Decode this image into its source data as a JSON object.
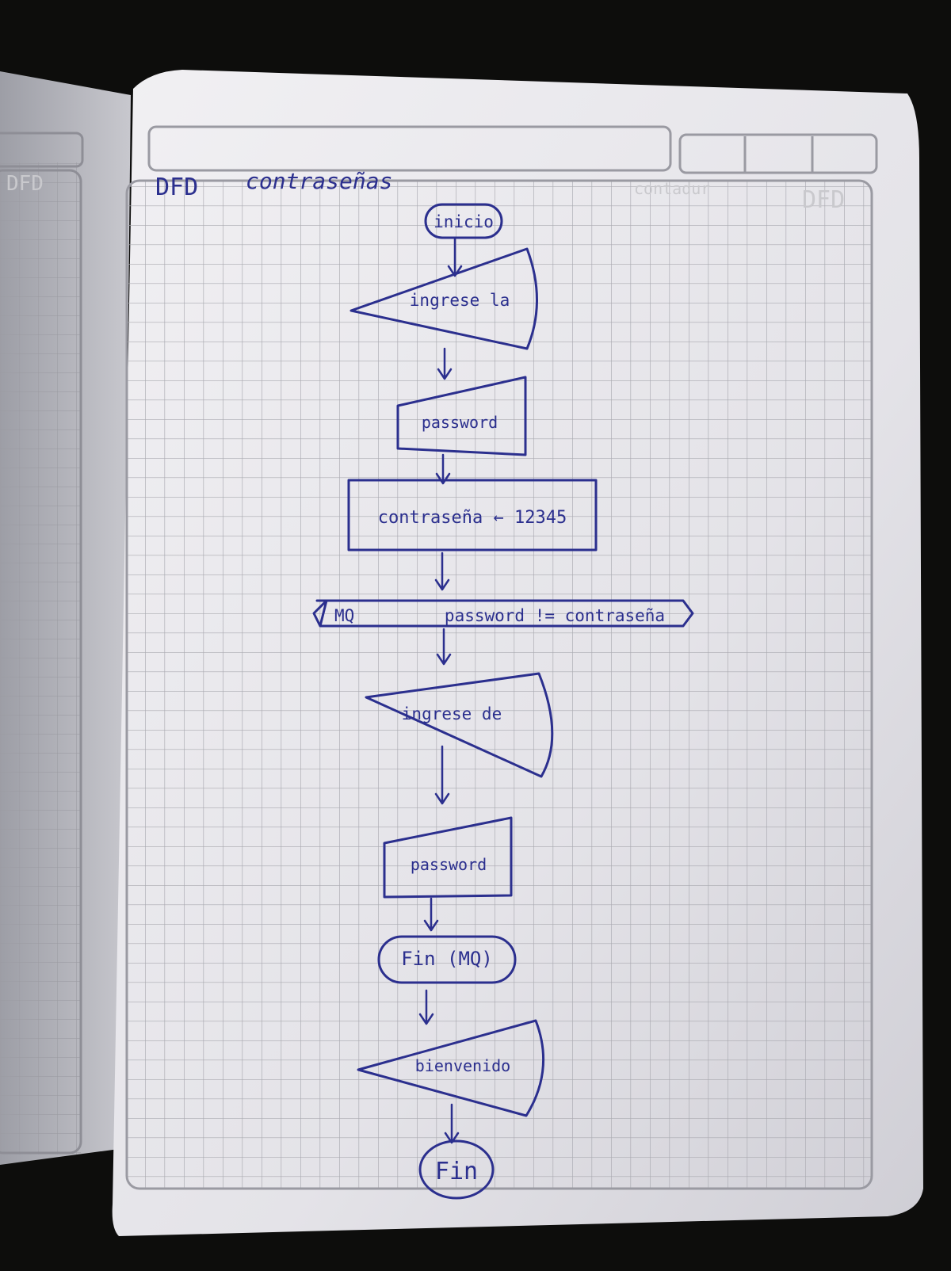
{
  "page": {
    "title": "DFD",
    "subtitle": "contraseñas",
    "ghost_marks": [
      "DFD",
      "DFD",
      "contadur"
    ]
  },
  "flowchart": {
    "nodes": [
      {
        "id": "start",
        "shape": "terminal",
        "text": "inicio"
      },
      {
        "id": "prompt1",
        "shape": "display",
        "text": "ingrese la"
      },
      {
        "id": "read1",
        "shape": "input",
        "text": "password"
      },
      {
        "id": "assign",
        "shape": "process",
        "text": "contraseña ← 12345"
      },
      {
        "id": "loop",
        "shape": "loop",
        "text_left": "MQ",
        "text": "password != contraseña"
      },
      {
        "id": "prompt2",
        "shape": "display",
        "text": "ingrese de"
      },
      {
        "id": "read2",
        "shape": "input",
        "text": "password"
      },
      {
        "id": "loop_end",
        "shape": "terminal",
        "text": "Fin (MQ)"
      },
      {
        "id": "welcome",
        "shape": "display",
        "text": "bienvenido"
      },
      {
        "id": "end",
        "shape": "terminal",
        "text": "Fin"
      }
    ],
    "edges": [
      [
        "start",
        "prompt1"
      ],
      [
        "prompt1",
        "read1"
      ],
      [
        "read1",
        "assign"
      ],
      [
        "assign",
        "loop"
      ],
      [
        "loop",
        "prompt2"
      ],
      [
        "prompt2",
        "read2"
      ],
      [
        "read2",
        "loop_end"
      ],
      [
        "loop_end",
        "welcome"
      ],
      [
        "welcome",
        "end"
      ]
    ]
  },
  "colors": {
    "ink": "#2b2f8e",
    "paper": "#e9e8ec",
    "grid": "#a9a9b0",
    "background": "#0d0d0c"
  }
}
